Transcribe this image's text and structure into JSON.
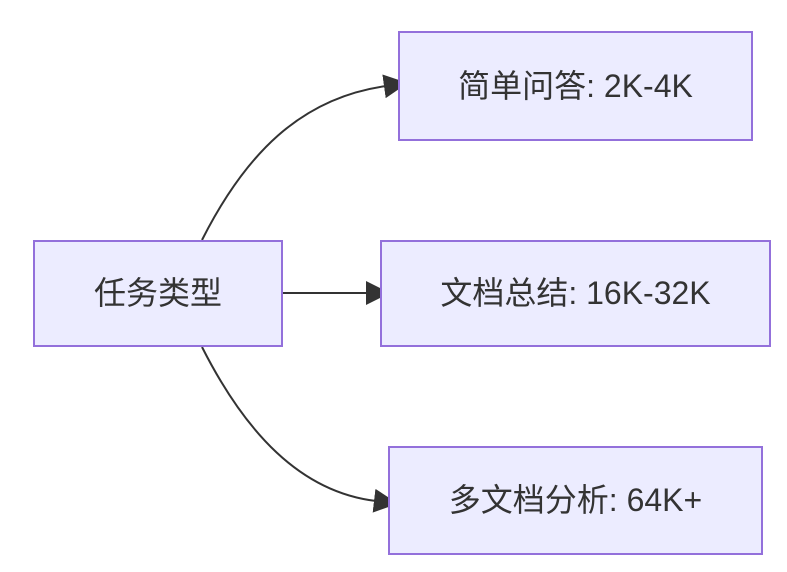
{
  "diagram": {
    "type": "flowchart-left-to-right",
    "nodes": {
      "root": {
        "id": "task-type",
        "label": "任务类型"
      },
      "children": [
        {
          "id": "simple-qa",
          "label": "简单问答: 2K-4K"
        },
        {
          "id": "doc-summary",
          "label": "文档总结: 16K-32K"
        },
        {
          "id": "multi-doc",
          "label": "多文档分析: 64K+"
        }
      ]
    },
    "edges": [
      {
        "from": "任务类型",
        "to": "简单问答: 2K-4K"
      },
      {
        "from": "任务类型",
        "to": "文档总结: 16K-32K"
      },
      {
        "from": "任务类型",
        "to": "多文档分析: 64K+"
      }
    ],
    "colors": {
      "node_fill": "#ECECFF",
      "node_border": "#9370DB",
      "edge_stroke": "#333333",
      "text": "#333333",
      "background": "#FFFFFF"
    }
  }
}
